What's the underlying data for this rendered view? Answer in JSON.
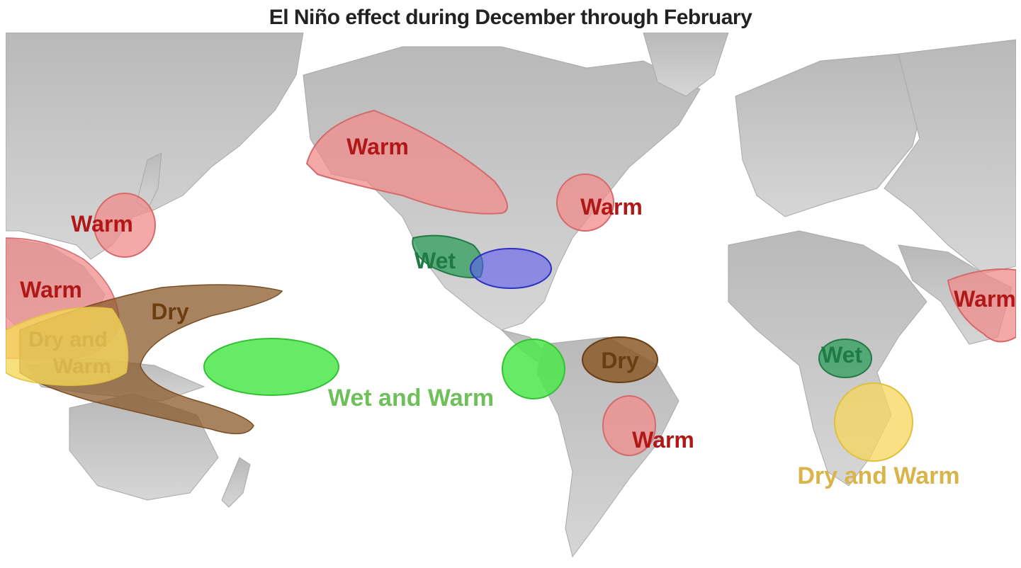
{
  "title": "El Niño effect during December through February",
  "colors": {
    "warm_fill": "#f28b8b",
    "warm_text": "#b01818",
    "dry_fill": "#8b5a2b",
    "dry_text": "#6b3e12",
    "wet_fill": "#2e9e5b",
    "wet_text": "#1f7a45",
    "wet_warm_fill": "#4ce84c",
    "wet_warm_text": "#6fbf5a",
    "dry_warm_fill": "#f5d75a",
    "dry_warm_text": "#d9b44a",
    "cool_wet_fill": "#5b5bf0",
    "land": "#c8c8c8"
  },
  "regions": {
    "warm_alaska": "Warm",
    "warm_east_canada": "Warm",
    "warm_japan": "Warm",
    "warm_se_asia": "Warm",
    "dry_indonesia": "Dry",
    "dry_warm_australia": "Dry and\nWarm",
    "wet_warm_pacific": "Wet and Warm",
    "wet_us": "Wet",
    "dry_brazil": "Dry",
    "warm_south_america": "Warm",
    "wet_east_africa": "Wet",
    "dry_warm_southern_africa": "Dry and Warm",
    "warm_india_ocean": "Warm"
  }
}
